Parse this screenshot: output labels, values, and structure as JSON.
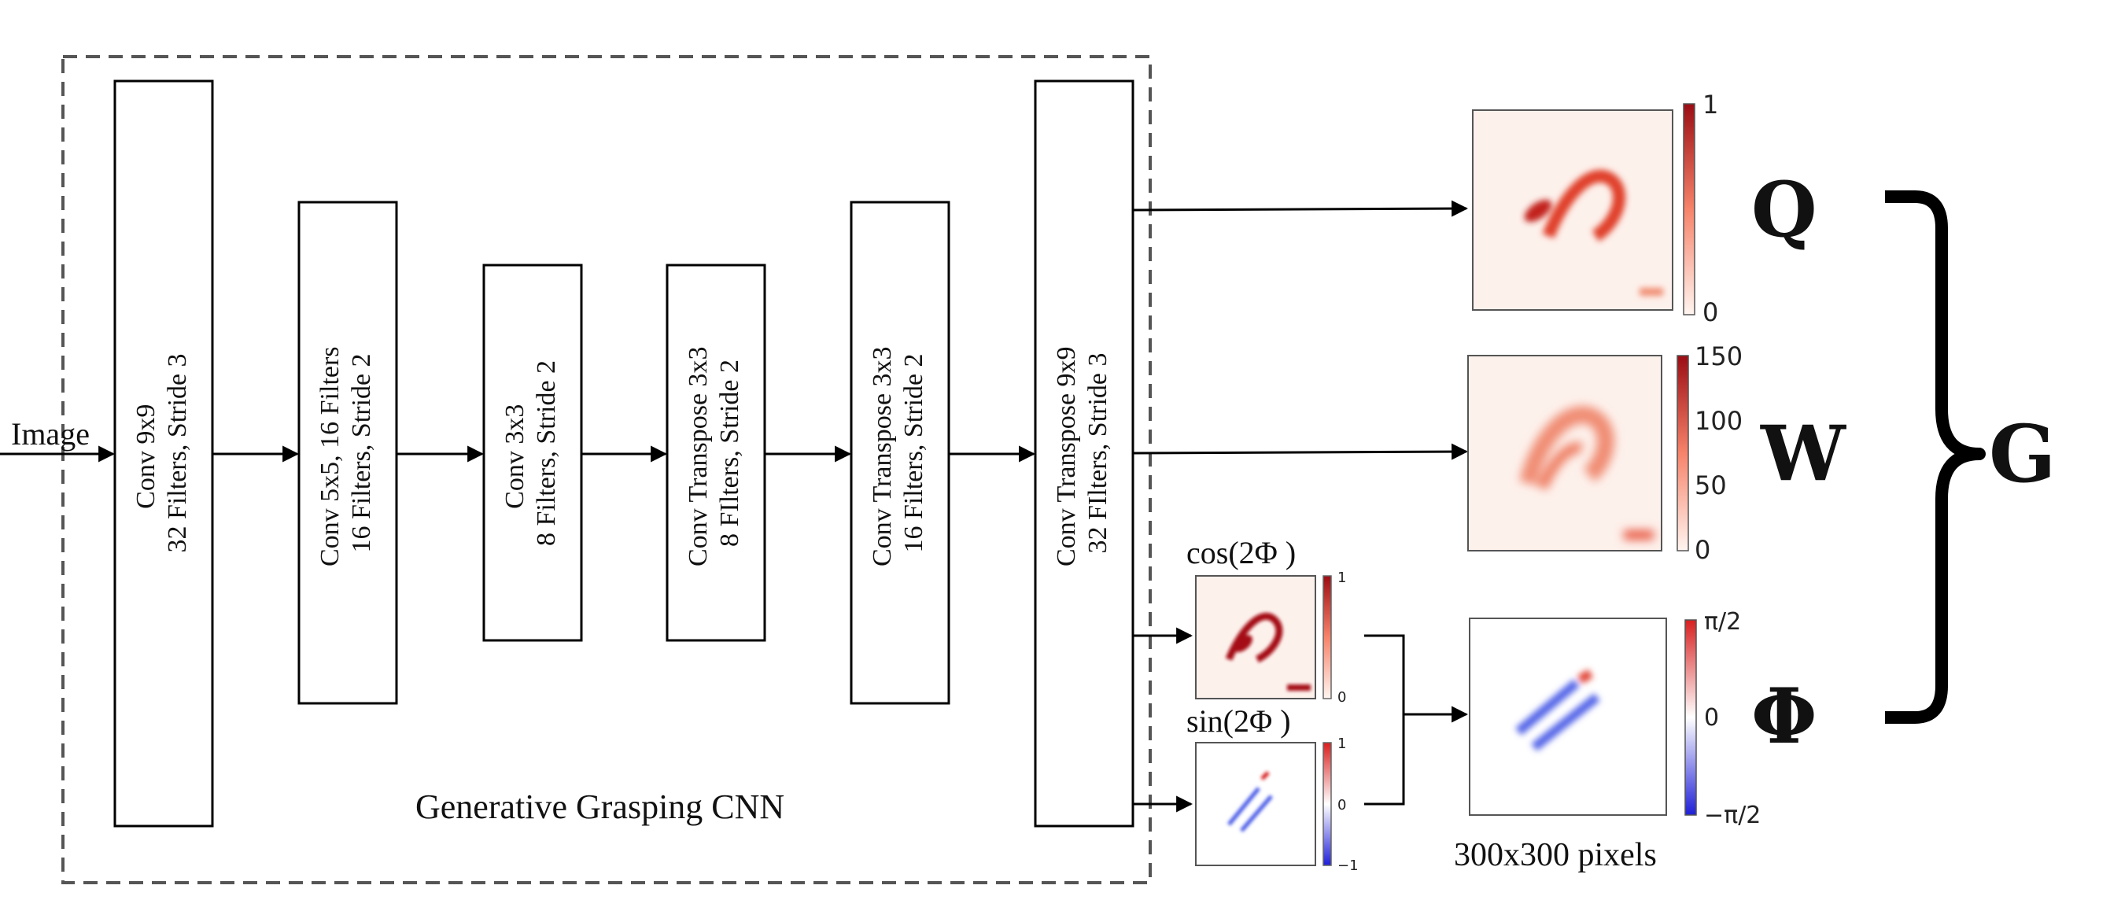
{
  "input_label": "Image",
  "network_label": "Generative Grasping CNN",
  "layers": [
    {
      "line1": "Conv 9x9",
      "line2": "32 Filters, Stride 3"
    },
    {
      "line1": "Conv 5x5, 16 Filters",
      "line2": "16 Filters, Stride 2"
    },
    {
      "line1": "Conv 3x3",
      "line2": "8 Filters, Stride 2"
    },
    {
      "line1": "Conv Transpose 3x3",
      "line2": "8 FIlters, Stride 2"
    },
    {
      "line1": "Conv Transpose 3x3",
      "line2": "16 Filters, Stride 2"
    },
    {
      "line1": "Conv Transpose 9x9",
      "line2": "32 FIlters, Stride 3"
    }
  ],
  "outputs": {
    "quality": {
      "symbol": "Q",
      "colorbar_ticks": [
        "1",
        "0"
      ],
      "colormap": "Reds"
    },
    "width": {
      "symbol": "W",
      "colorbar_ticks": [
        "150",
        "100",
        "50",
        "0"
      ],
      "colormap": "Reds"
    },
    "angle": {
      "symbol": "Φ",
      "colorbar_ticks": [
        "π/2",
        "0",
        "−π/2"
      ],
      "colormap": "bwr"
    },
    "cos": {
      "label": "cos(2Φ  )",
      "colorbar_ticks": [
        "1",
        "0"
      ],
      "colormap": "Reds"
    },
    "sin": {
      "label": "sin(2Φ  )",
      "colorbar_ticks": [
        "1",
        "0",
        "−1"
      ],
      "colormap": "bwr"
    }
  },
  "grasp_symbol": "G",
  "size_label": "300x300 pixels",
  "colors": {
    "red_dark": "#a50f15",
    "red_light": "#fdf1ec",
    "blue": "#1f3fe0",
    "box_border": "#444444"
  }
}
